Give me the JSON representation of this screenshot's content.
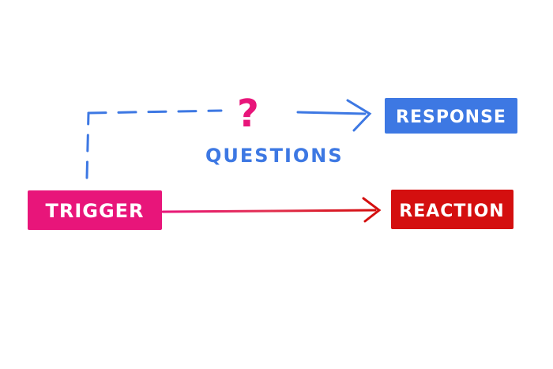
{
  "nodes": {
    "trigger": {
      "label": "TRIGGER",
      "color": "#e8157a"
    },
    "response": {
      "label": "RESPONSE",
      "color": "#3d78e3"
    },
    "reaction": {
      "label": "REACTION",
      "color": "#d40f0f"
    }
  },
  "question_mark": {
    "text": "?",
    "color": "#e8157a"
  },
  "questions_label": {
    "text": "QUESTIONS",
    "color": "#3d78e3"
  },
  "edges": [
    {
      "from": "trigger",
      "to": "response",
      "style": "dashed",
      "color": "#3d78e3",
      "label": "QUESTIONS"
    },
    {
      "from": "trigger",
      "to": "reaction",
      "style": "solid",
      "color": "#d40f0f"
    }
  ]
}
